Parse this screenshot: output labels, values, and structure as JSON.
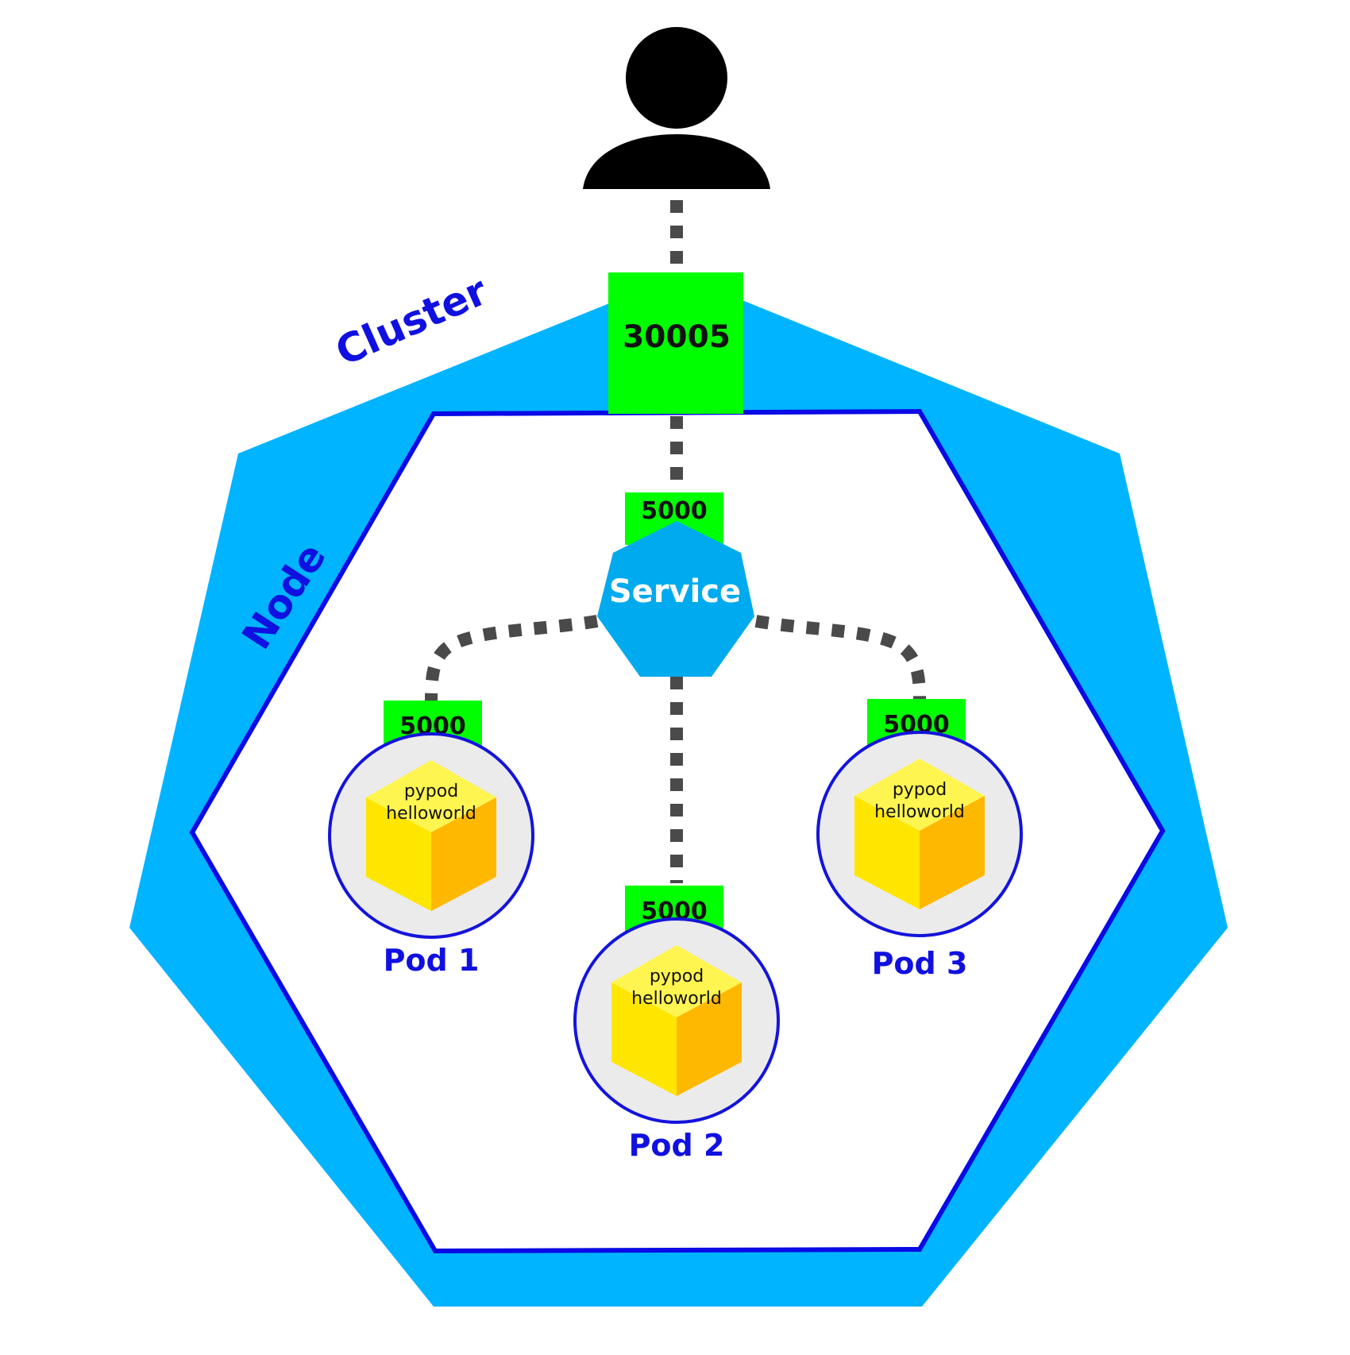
{
  "colors": {
    "cluster_fill": "#00B4FF",
    "node_stroke": "#0A0AE6",
    "port_fill": "#00FF00",
    "service_fill": "#00AAEE",
    "pod_ring": "#1414DC",
    "pod_fill": "#EBEBEB",
    "cube_top": "#FFF550",
    "cube_left": "#FFE600",
    "cube_right": "#FFB800",
    "connector": "#4A4A4A",
    "user": "#000000",
    "label_blue": "#1010E0"
  },
  "cluster": {
    "label": "Cluster"
  },
  "node": {
    "label": "Node"
  },
  "nodeport": {
    "label": "30005"
  },
  "service": {
    "label": "Service",
    "port": "5000"
  },
  "pods": [
    {
      "label": "Pod 1",
      "port": "5000",
      "line1": "pypod",
      "line2": "helloworld"
    },
    {
      "label": "Pod 2",
      "port": "5000",
      "line1": "pypod",
      "line2": "helloworld"
    },
    {
      "label": "Pod 3",
      "port": "5000",
      "line1": "pypod",
      "line2": "helloworld"
    }
  ],
  "icons": {
    "user": "user-icon",
    "pod_image": "cube-icon"
  }
}
